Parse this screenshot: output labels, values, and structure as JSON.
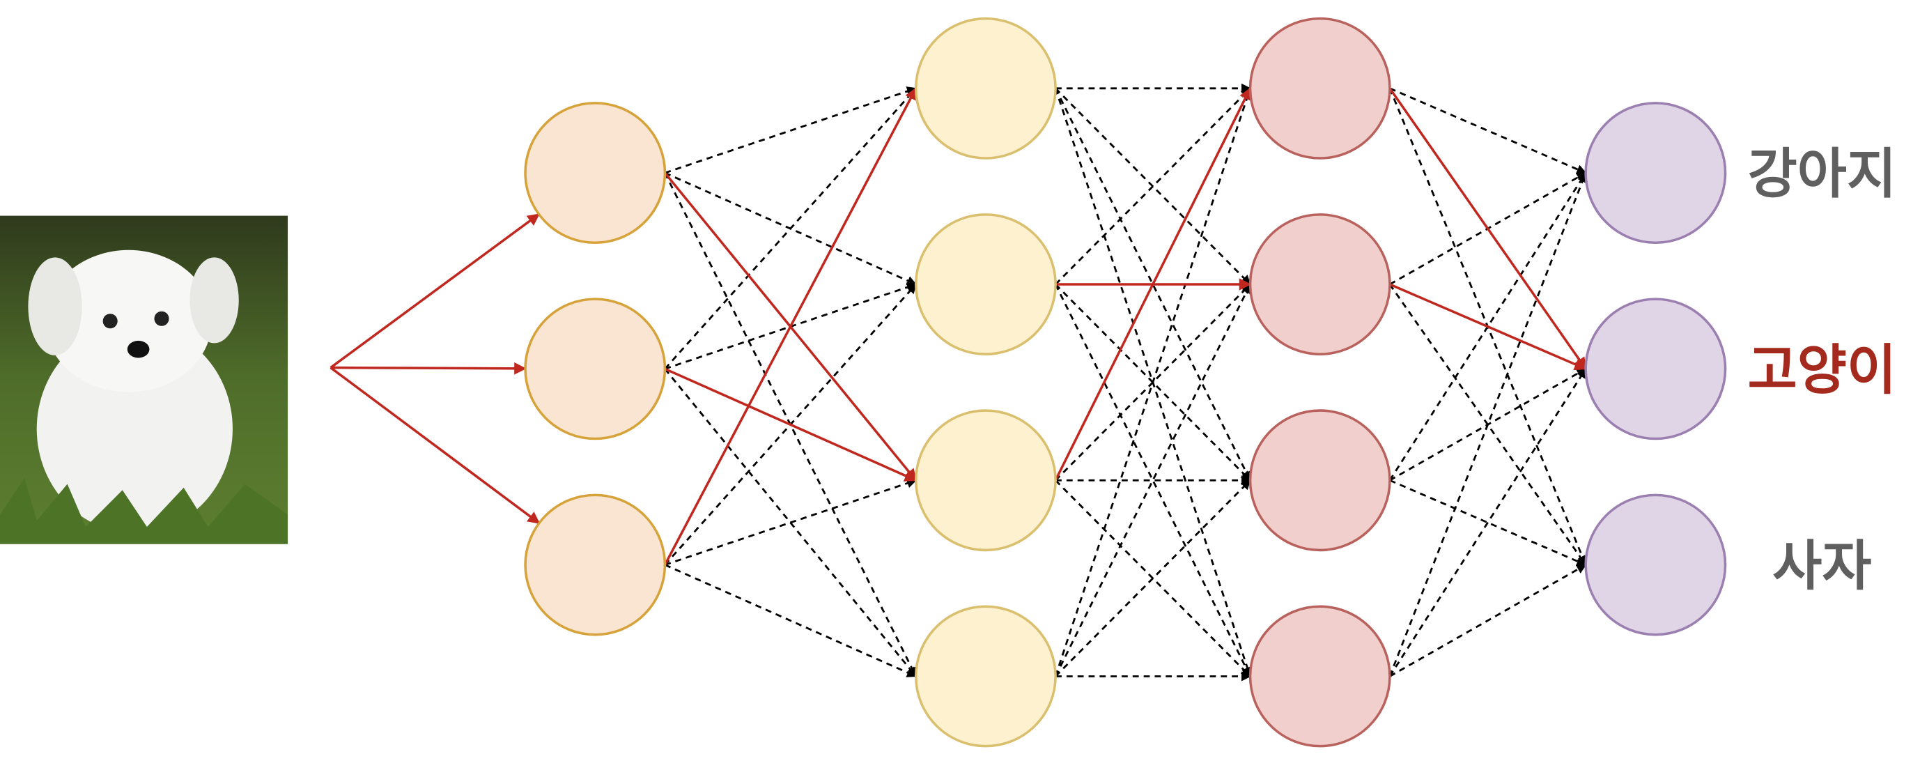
{
  "input": {
    "image": "dog-photo",
    "caption": ""
  },
  "layers": [
    {
      "name": "layer-1",
      "count": 3,
      "fill": "#fae5d3",
      "stroke": "#d6a23a"
    },
    {
      "name": "layer-2",
      "count": 4,
      "fill": "#fdf1cf",
      "stroke": "#d9bf6e"
    },
    {
      "name": "layer-3",
      "count": 4,
      "fill": "#f1cfcd",
      "stroke": "#b9625d"
    },
    {
      "name": "output",
      "count": 3,
      "fill": "#e0d5e6",
      "stroke": "#9b7fb0"
    }
  ],
  "highlighted_edges": [
    [
      0,
      0,
      1,
      2
    ],
    [
      0,
      1,
      1,
      2
    ],
    [
      0,
      2,
      1,
      0
    ],
    [
      1,
      1,
      2,
      1
    ],
    [
      1,
      2,
      2,
      0
    ],
    [
      2,
      0,
      3,
      1
    ],
    [
      2,
      1,
      3,
      1
    ]
  ],
  "outputs": [
    {
      "label": "강아지",
      "color": "#5f5f5f"
    },
    {
      "label": "고양이",
      "color": "#a52a1e"
    },
    {
      "label": "사자",
      "color": "#5f5f5f"
    }
  ],
  "colors": {
    "highlight": "#c0281f",
    "edge": "#000000"
  }
}
